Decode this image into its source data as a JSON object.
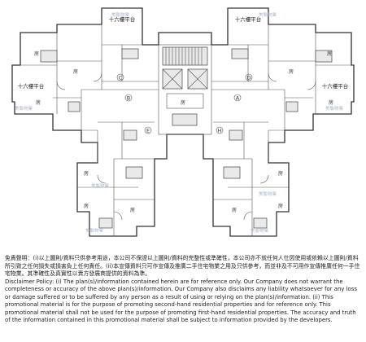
{
  "floor_labels": [
    "十六樓平台",
    "十六樓平台",
    "十六樓平台",
    "十六樓平台"
  ],
  "flat_labels": [
    "C",
    "B",
    "D",
    "A",
    "E",
    "H"
  ],
  "room_label": "房",
  "watermark": "美聯物業",
  "disclaimer": {
    "zh": "免責聲明：(i)以上圖則/資料只供參考用途，本公司不保證以上圖則/資料的完整性或準確性，本公司亦不就任何人仕因使用或依賴以上圖則/資料所引致之任何損失或損害負上任何責任。(ii)本宣傳資料只可作宣傳及推廣二手住宅物業之用及只供參考，而並非及不可用作宣傳推廣任何一手住宅物業。其準確性及真實性以賣方發展商提供的資料為準。",
    "en": "Disclaimer Policy: (i) The plan(s)/information contained herein are for reference only. Our Company does not warrant the completeness or accuracy of the above plan(s)/information. Our Company also disclaims any liability whatsoever for any loss or damage suffered or to be suffered by any person as a result of using or relying on the plan(s)/information. (ii) This promotional material is for the purpose of promoting second-hand residential properties and for reference only. This promotional material shall not be used for the purpose of promoting first-hand residential properties. The accuracy and truth of the information contained in this promotional material shall be subject to information provided by the developers."
  }
}
